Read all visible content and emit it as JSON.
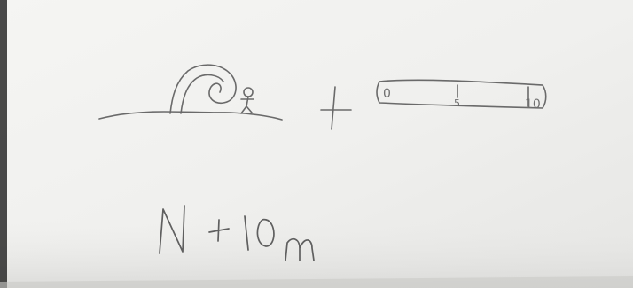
{
  "photo": {
    "paper_color": "#f1f1ef",
    "ink_color": "#6a6a6a"
  },
  "sketch": {
    "plus_sign": "+",
    "ruler": {
      "tick_start": "0",
      "tick_middle": "5",
      "tick_end": "10"
    }
  },
  "equation": {
    "variable": "N",
    "operator": "+",
    "value": "10",
    "unit": "m"
  }
}
